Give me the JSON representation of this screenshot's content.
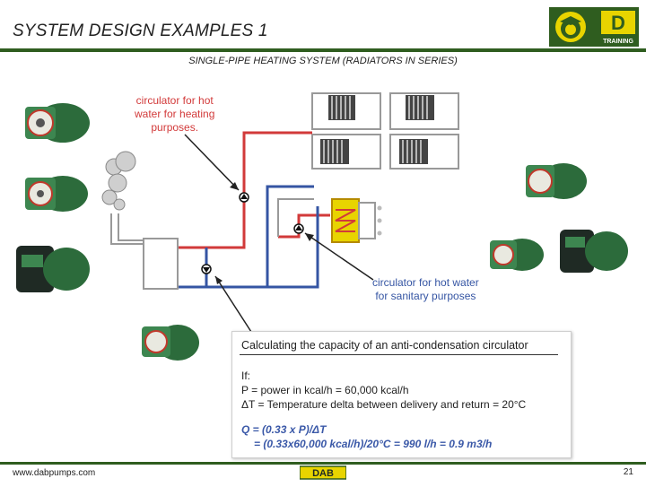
{
  "slide": {
    "title": "SYSTEM DESIGN EXAMPLES 1",
    "subtitle": "SINGLE-PIPE HEATING SYSTEM (RADIATORS IN SERIES)",
    "logo_text": "TRAINING",
    "logo_letter": "D"
  },
  "diagram": {
    "callout_heating": [
      "circulator for hot",
      "water for heating",
      "purposes."
    ],
    "callout_sanitary": [
      "circulator for hot water",
      "for sanitary purposes"
    ]
  },
  "calculation": {
    "heading": "Calculating the capacity of an anti-condensation circulator",
    "lines": [
      "If:",
      "P = power in kcal/h = 60,000 kcal/h",
      "ΔT = Temperature delta between delivery and return = 20°C"
    ],
    "formula": [
      "Q = (0.33 x P)/ΔT",
      "= (0.33x60,000 kcal/h)/20°C = 990 l/h = 0.9 m3/h"
    ]
  },
  "footer": {
    "url": "www.dabpumps.com",
    "page": "21",
    "brand": "DAB"
  },
  "colors": {
    "brand_green": "#2f5d1f",
    "brand_yellow": "#e8d400",
    "delivery_pipe": "#d23a3a",
    "return_pipe": "#3555a3",
    "formula": "#3b59a8"
  }
}
